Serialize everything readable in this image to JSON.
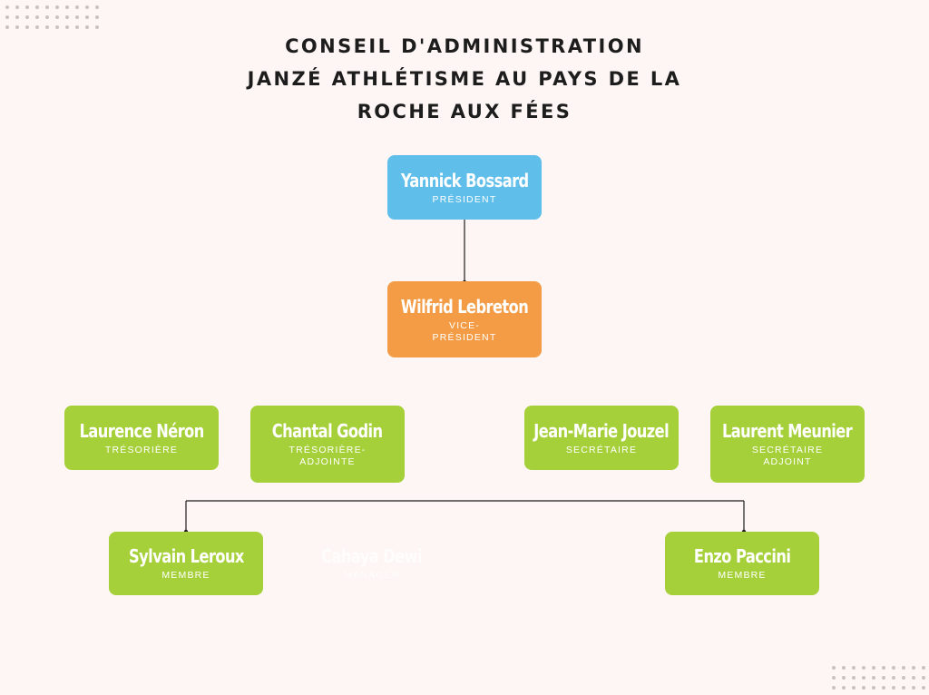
{
  "title": {
    "line1": "CONSEIL D'ADMINISTRATION",
    "line2": "JANZÉ ATHLÉTISME AU PAYS DE LA",
    "line3": "ROCHE AUX FÉES"
  },
  "nodes": {
    "president": {
      "name": "Yannick Bossard",
      "role": "PRÉSIDENT"
    },
    "vice_president": {
      "name": "Wilfrid Lebreton",
      "role": "VICE-\nPRÉSIDENT"
    },
    "tresoriere": {
      "name": "Laurence Néron",
      "role": "TRÉSORIÈRE"
    },
    "tresoriere_adjointe": {
      "name": "Chantal Godin",
      "role": "TRÉSORIÈRE-\nADJOINTE"
    },
    "secretaire": {
      "name": "Jean-Marie Jouzel",
      "role": "SECRÉTAIRE"
    },
    "secretaire_adjoint": {
      "name": "Laurent Meunier",
      "role": "SECRÉTAIRE\nADJOINT"
    },
    "membre_1": {
      "name": "Sylvain Leroux",
      "role": "MEMBRE"
    },
    "ghost": {
      "name": "Cahaya Dewi",
      "role": "MANAGER"
    },
    "membre_2": {
      "name": "Enzo Paccini",
      "role": "MEMBRE"
    }
  },
  "colors": {
    "president": "#60beeb",
    "vice_president": "#f39c45",
    "others": "#a6d03a",
    "background": "#fdf6f4"
  }
}
